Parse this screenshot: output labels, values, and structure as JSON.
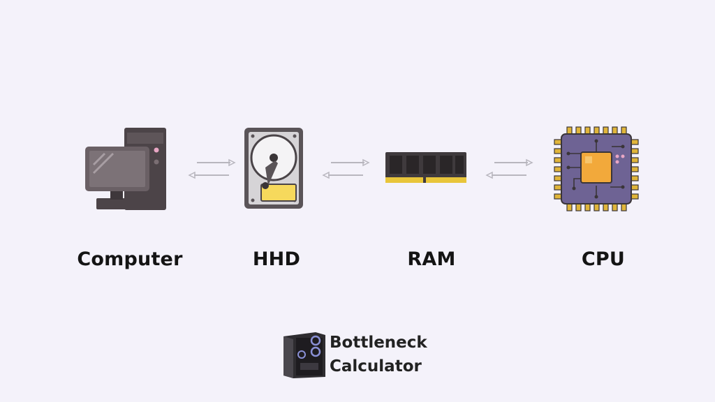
{
  "nodes": [
    {
      "label": "Computer",
      "icon": "computer-icon"
    },
    {
      "label": "HHD",
      "icon": "hard-disk-icon"
    },
    {
      "label": "RAM",
      "icon": "ram-icon"
    },
    {
      "label": "CPU",
      "icon": "cpu-icon"
    }
  ],
  "brand": {
    "line1": "Bottleneck",
    "line2": "Calculator",
    "icon": "pc-case-icon"
  },
  "colors": {
    "background": "#f4f2fa",
    "cpu": "#6e6394",
    "chip": "#f2a93b",
    "hdd_arm": "#f6d95c",
    "ram_pins": "#e8c53a"
  }
}
